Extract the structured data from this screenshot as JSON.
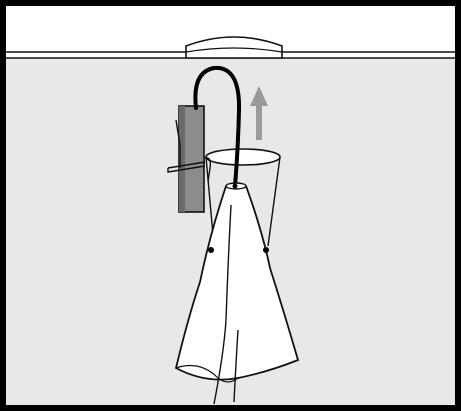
{
  "colors": {
    "background": "#e8e8e8",
    "frame": "#000000",
    "ceiling": "#ffffff",
    "line": "#111111",
    "shade_fill": "#ffffff",
    "transformer_body": "#8c8c8c",
    "transformer_dark": "#555555",
    "cable": "#000000",
    "arrow": "#9a9a9a"
  },
  "illustration": {
    "elements": [
      "ceiling",
      "ceiling-canopy",
      "power-cord",
      "transformer-box",
      "mounting-clip",
      "lamp-ring",
      "fabric-shade",
      "lift-arrow"
    ],
    "arrow_direction": "up"
  }
}
